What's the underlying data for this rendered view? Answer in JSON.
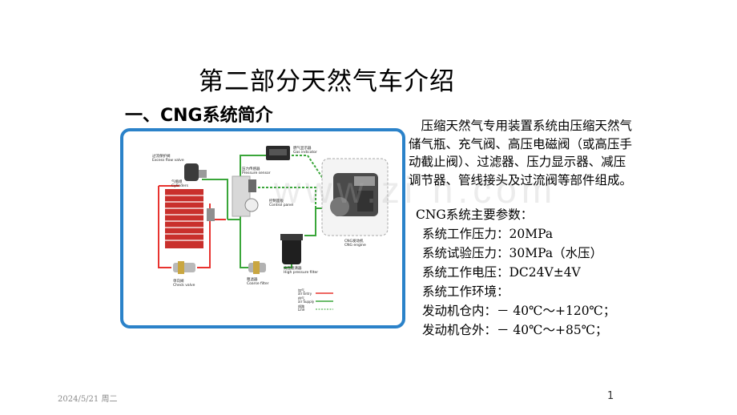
{
  "slide": {
    "title": "第二部分天然气车介绍",
    "subtitle": "一、CNG系统简介",
    "description": "压缩天然气专用装置系统由压缩天然气储气瓶、充气阀、高压电磁阀（或高压手动截止阀）、过滤器、压力显示器、减压调节器、管线接头及过流阀等部件组成。",
    "params_heading": "CNG系统主要参数：",
    "params": [
      "系统工作压力：20MPa",
      "系统试验压力：30MPa（水压）",
      "系统工作电压：DC24V±4V",
      "系统工作环境：",
      "发动机仓内：－ 40℃～+120℃；",
      "发动机仓外：－ 40℃～+85℃；"
    ],
    "footer_date": "2024/5/21 周二",
    "page_number": "1",
    "watermark": "www.zi  n.com"
  },
  "diagram": {
    "labels": {
      "excess_flow_valve_cn": "过流保护阀",
      "excess_flow_valve_en": "Excess flow valve",
      "cylinders_cn": "气瓶组",
      "cylinders_en": "Cylinders",
      "check_valve_cn": "单向阀",
      "check_valve_en": "Check valve",
      "pressure_sensor_cn": "压力传感器",
      "pressure_sensor_en": "Pressure sensor",
      "gas_indicator_cn": "燃气显示器",
      "gas_indicator_en": "Gas indicator",
      "control_panel_cn": "控制面板",
      "control_panel_en": "Control panel",
      "hp_filter_cn": "高压滤清器",
      "hp_filter_en": "High pressure filter",
      "coarse_filter_cn": "粗滤器",
      "coarse_filter_en": "Coarse filter",
      "engine_cn": "CNG发动机",
      "engine_en": "CNG engine",
      "legend_entry_cn": "加气",
      "legend_entry_en": "air Entry",
      "legend_supply_cn": "供气",
      "legend_supply_en": "air Supply",
      "legend_line_cn": "线路",
      "legend_line_en": "Line"
    },
    "colors": {
      "frame": "#2b82c9",
      "entry_line": "#e8332f",
      "supply_line": "#3aa63a",
      "wire_line": "#3aa63a"
    }
  }
}
